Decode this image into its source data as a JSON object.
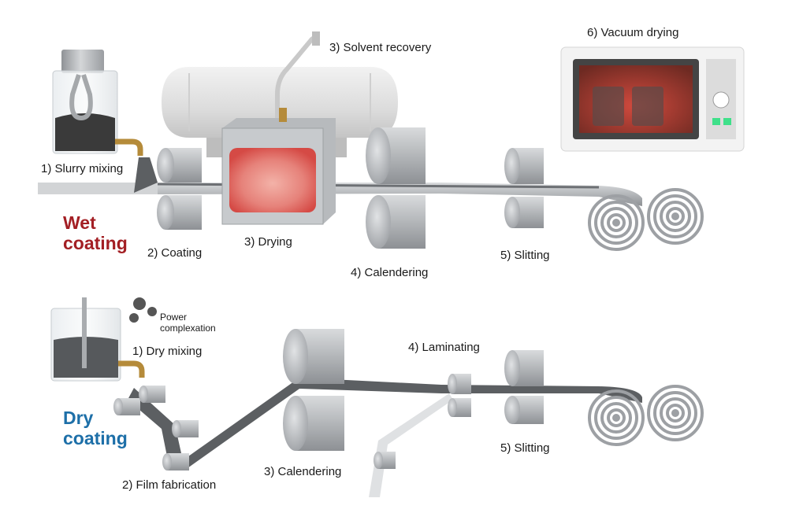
{
  "colors": {
    "wet": "#a31f24",
    "dry": "#1d6fa8",
    "steel": "#a9acaf",
    "belt": "#5c5f62",
    "heat": "#e8413c"
  },
  "wet": {
    "title_line1": "Wet",
    "title_line2": "coating",
    "labels": {
      "slurry_mixing": "1) Slurry mixing",
      "coating": "2) Coating",
      "drying": "3) Drying",
      "solvent_recovery": "3) Solvent recovery",
      "calendering": "4) Calendering",
      "slitting": "5) Slitting",
      "vacuum_drying": "6) Vacuum drying"
    }
  },
  "dry": {
    "title_line1": "Dry",
    "title_line2": "coating",
    "labels": {
      "powder_note": "Power complexation",
      "dry_mixing": "1) Dry mixing",
      "film_fabrication": "2) Film fabrication",
      "calendering": "3) Calendering",
      "laminating": "4) Laminating",
      "slitting": "5) Slitting"
    }
  }
}
